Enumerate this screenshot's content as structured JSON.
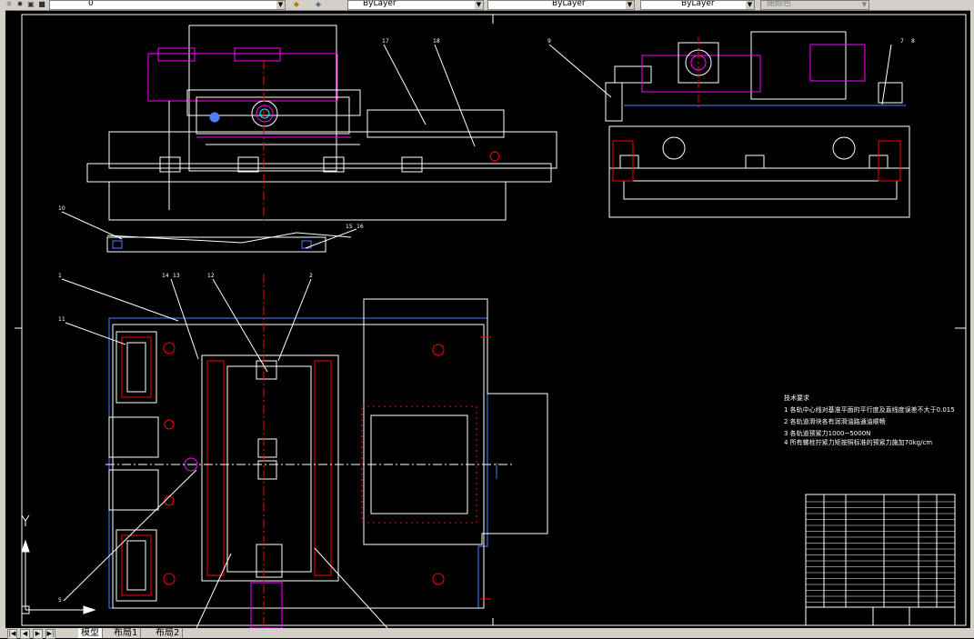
{
  "toolbar": {
    "layer_value": "0",
    "color_value": "ByLayer",
    "linetype_value": "ByLayer",
    "lineweight_value": "ByLayer",
    "plotstyle_value": "随颜色"
  },
  "tabs": [
    "模型",
    "布局1",
    "布局2"
  ],
  "icons": [
    "bulb-icon",
    "sun-icon",
    "lock-icon",
    "color-swatch-icon",
    "layer-manager-icon",
    "layer-states-icon",
    "ucs-icon"
  ],
  "drawing": {
    "callouts_top_left": [
      "17",
      "18"
    ],
    "callouts_top_right": [
      "9",
      "7",
      "8"
    ],
    "callouts_mid": [
      "10",
      "15",
      "16"
    ],
    "callouts_plan": [
      "1",
      "14",
      "13",
      "12",
      "2",
      "11",
      "5"
    ],
    "tech_req_title": "技术要求",
    "tech_req": [
      "1  各轨中心线对基准平面的平行度及直线度误差不大于0.015",
      "2  各轨道滑块各有润滑油路通油顺畅",
      "3  各轨道预紧力1000~5000N",
      "4  所有螺栓拧紧力矩按照标准的预紧力施加70kg/cm"
    ]
  },
  "colors": {
    "background": "#000000",
    "line_white": "#ffffff",
    "line_magenta": "#ff00ff",
    "line_red": "#ff0000",
    "line_blue": "#4f7fff",
    "line_cyan": "#00ffff",
    "ui_gray": "#d4d0c8"
  }
}
